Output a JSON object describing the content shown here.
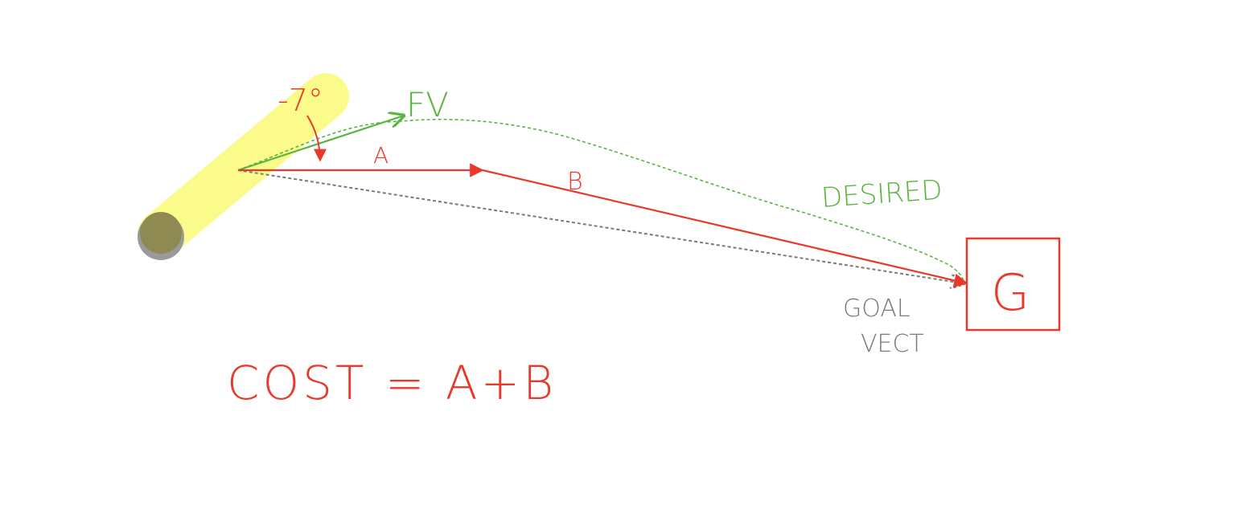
{
  "labels": {
    "angle": "-7°",
    "fv": "FV",
    "a": "A",
    "b": "B",
    "desired": "DESIRED",
    "goal_line1": "GOAL",
    "goal_line2": "VECT",
    "goal": "G",
    "cost": "COST = A+B"
  },
  "colors": {
    "red": "#e8392b",
    "green": "#5ab440",
    "gray": "#7a7a7a",
    "highlight": "#fbfb8c",
    "robot_body": "#8e8a52",
    "robot_shadow": "#9a9a9a"
  }
}
